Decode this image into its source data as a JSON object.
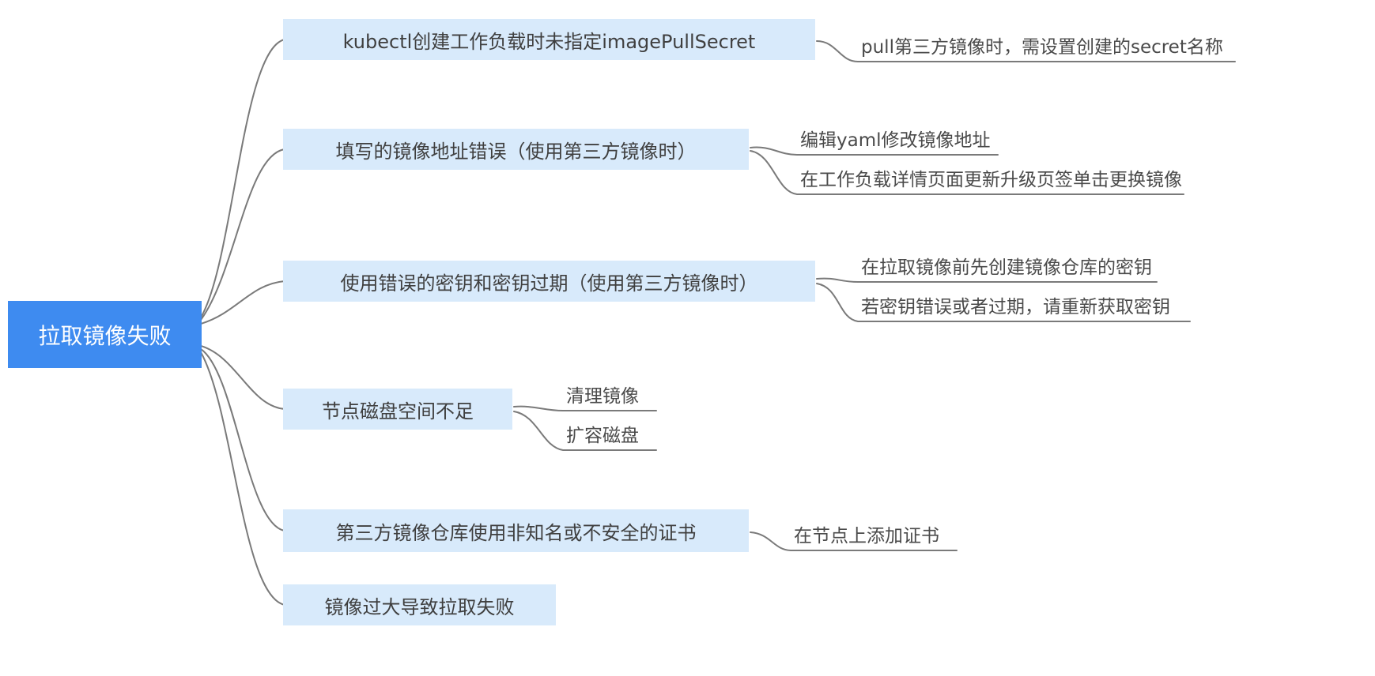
{
  "colors": {
    "root_bg": "#3e8bf0",
    "root_text": "#ffffff",
    "branch_bg": "#d8eafb",
    "branch_text": "#3f3f3f",
    "leaf_text": "#4a4a4a",
    "connector_line": "#7a7a7a"
  },
  "mindmap": {
    "root": {
      "label": "拉取镜像失败"
    },
    "branches": [
      {
        "label": "kubectl创建工作负载时未指定imagePullSecret",
        "leaves": [
          {
            "label": "pull第三方镜像时，需设置创建的secret名称"
          }
        ]
      },
      {
        "label": "填写的镜像地址错误（使用第三方镜像时）",
        "leaves": [
          {
            "label": "编辑yaml修改镜像地址"
          },
          {
            "label": "在工作负载详情页面更新升级页签单击更换镜像"
          }
        ]
      },
      {
        "label": "使用错误的密钥和密钥过期（使用第三方镜像时）",
        "leaves": [
          {
            "label": "在拉取镜像前先创建镜像仓库的密钥"
          },
          {
            "label": "若密钥错误或者过期，请重新获取密钥"
          }
        ]
      },
      {
        "label": "节点磁盘空间不足",
        "leaves": [
          {
            "label": "清理镜像"
          },
          {
            "label": "扩容磁盘"
          }
        ]
      },
      {
        "label": "第三方镜像仓库使用非知名或不安全的证书",
        "leaves": [
          {
            "label": "在节点上添加证书"
          }
        ]
      },
      {
        "label": "镜像过大导致拉取失败",
        "leaves": []
      }
    ]
  }
}
